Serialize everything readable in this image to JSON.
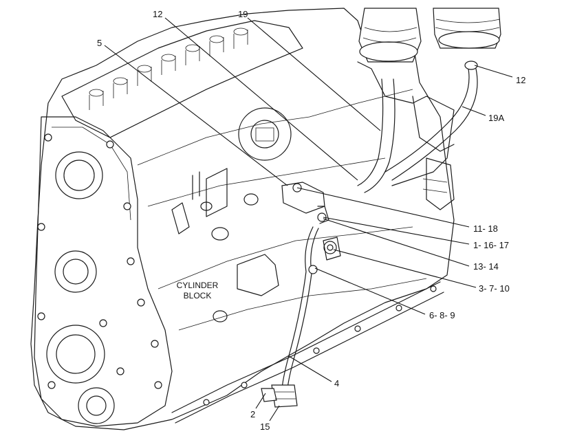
{
  "block_text": [
    "CYLINDER",
    "BLOCK"
  ],
  "callouts": [
    {
      "id": "c12a",
      "text": "12"
    },
    {
      "id": "c19",
      "text": "19"
    },
    {
      "id": "c5",
      "text": "5"
    },
    {
      "id": "c12b",
      "text": "12"
    },
    {
      "id": "c19a",
      "text": "19A"
    },
    {
      "id": "c1118",
      "text": "11- 18"
    },
    {
      "id": "c11617",
      "text": "1- 16- 17"
    },
    {
      "id": "c1314",
      "text": "13- 14"
    },
    {
      "id": "c3710",
      "text": "3- 7- 10"
    },
    {
      "id": "c689",
      "text": "6- 8- 9"
    },
    {
      "id": "c4",
      "text": "4"
    },
    {
      "id": "c2",
      "text": "2"
    },
    {
      "id": "c15",
      "text": "15"
    }
  ]
}
